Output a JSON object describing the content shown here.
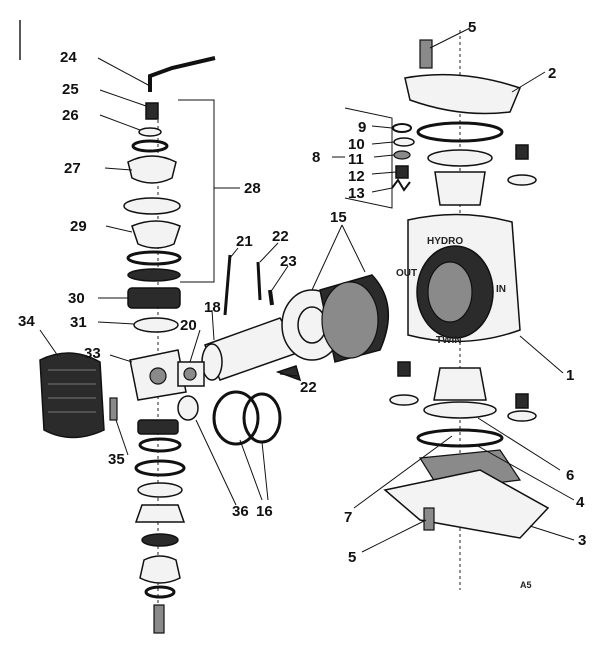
{
  "callouts": [
    {
      "id": "p1",
      "label": "1"
    },
    {
      "id": "p2",
      "label": "2"
    },
    {
      "id": "p3",
      "label": "3"
    },
    {
      "id": "p4",
      "label": "4"
    },
    {
      "id": "p5a",
      "label": "5"
    },
    {
      "id": "p5b",
      "label": "5"
    },
    {
      "id": "p6",
      "label": "6"
    },
    {
      "id": "p7",
      "label": "7"
    },
    {
      "id": "p8",
      "label": "8"
    },
    {
      "id": "p9",
      "label": "9"
    },
    {
      "id": "p10",
      "label": "10"
    },
    {
      "id": "p11",
      "label": "11"
    },
    {
      "id": "p12",
      "label": "12"
    },
    {
      "id": "p13",
      "label": "13"
    },
    {
      "id": "p15",
      "label": "15"
    },
    {
      "id": "p16",
      "label": "16"
    },
    {
      "id": "p18",
      "label": "18"
    },
    {
      "id": "p20",
      "label": "20"
    },
    {
      "id": "p21",
      "label": "21"
    },
    {
      "id": "p22a",
      "label": "22"
    },
    {
      "id": "p22b",
      "label": "22"
    },
    {
      "id": "p23",
      "label": "23"
    },
    {
      "id": "p24",
      "label": "24"
    },
    {
      "id": "p25",
      "label": "25"
    },
    {
      "id": "p26",
      "label": "26"
    },
    {
      "id": "p27",
      "label": "27"
    },
    {
      "id": "p28",
      "label": "28"
    },
    {
      "id": "p29",
      "label": "29"
    },
    {
      "id": "p30",
      "label": "30"
    },
    {
      "id": "p31",
      "label": "31"
    },
    {
      "id": "p33",
      "label": "33"
    },
    {
      "id": "p34",
      "label": "34"
    },
    {
      "id": "p35",
      "label": "35"
    },
    {
      "id": "p36",
      "label": "36"
    }
  ],
  "body_text": {
    "hydro": "HYDRO",
    "out": "OUT",
    "in": "IN",
    "twin": "TWIN"
  },
  "corner_code": "A5"
}
